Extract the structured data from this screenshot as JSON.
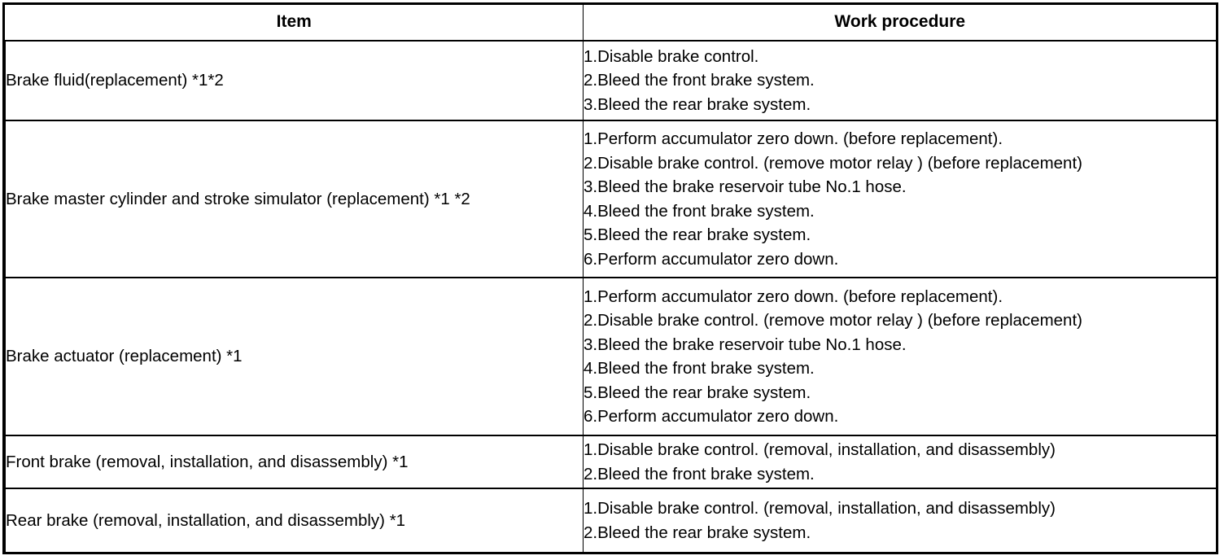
{
  "table": {
    "headers": {
      "item": "Item",
      "procedure": "Work procedure"
    },
    "rows": [
      {
        "item": "Brake fluid(replacement) *1*2",
        "steps": [
          {
            "num": "1.",
            "text": "Disable brake control."
          },
          {
            "num": "2.",
            "text": "Bleed the front brake system."
          },
          {
            "num": "3.",
            "text": "Bleed the rear brake system."
          }
        ]
      },
      {
        "item": "Brake master cylinder and stroke simulator (replacement) *1 *2",
        "steps": [
          {
            "num": "1.",
            "text": "Perform accumulator zero down. (before replacement)."
          },
          {
            "num": "2.",
            "text": "Disable brake control. (remove motor relay ) (before replacement)"
          },
          {
            "num": "3.",
            "text": "Bleed the brake reservoir tube No.1 hose."
          },
          {
            "num": "4.",
            "text": "Bleed the front brake system."
          },
          {
            "num": "5.",
            "text": "Bleed the rear brake system."
          },
          {
            "num": "6.",
            "text": "Perform accumulator zero down."
          }
        ]
      },
      {
        "item": "Brake actuator (replacement) *1",
        "steps": [
          {
            "num": "1.",
            "text": "Perform accumulator zero down. (before replacement)."
          },
          {
            "num": "2.",
            "text": "Disable brake control. (remove motor relay ) (before replacement)"
          },
          {
            "num": "3.",
            "text": "Bleed the brake reservoir tube No.1 hose."
          },
          {
            "num": "4.",
            "text": "Bleed the front brake system."
          },
          {
            "num": "5.",
            "text": "Bleed the rear brake system."
          },
          {
            "num": "6.",
            "text": "Perform accumulator zero down."
          }
        ]
      },
      {
        "item": "Front brake (removal, installation, and disassembly) *1",
        "steps": [
          {
            "num": "1.",
            "text": "Disable brake control. (removal, installation, and disassembly)"
          },
          {
            "num": "2.",
            "text": "Bleed the front brake system."
          }
        ]
      },
      {
        "item": "Rear brake (removal, installation, and disassembly) *1",
        "steps": [
          {
            "num": "1.",
            "text": "Disable brake control. (removal, installation, and disassembly)"
          },
          {
            "num": "2.",
            "text": "Bleed the rear brake system."
          }
        ]
      }
    ]
  },
  "colors": {
    "border": "#000000",
    "text": "#000000",
    "background": "#ffffff"
  }
}
